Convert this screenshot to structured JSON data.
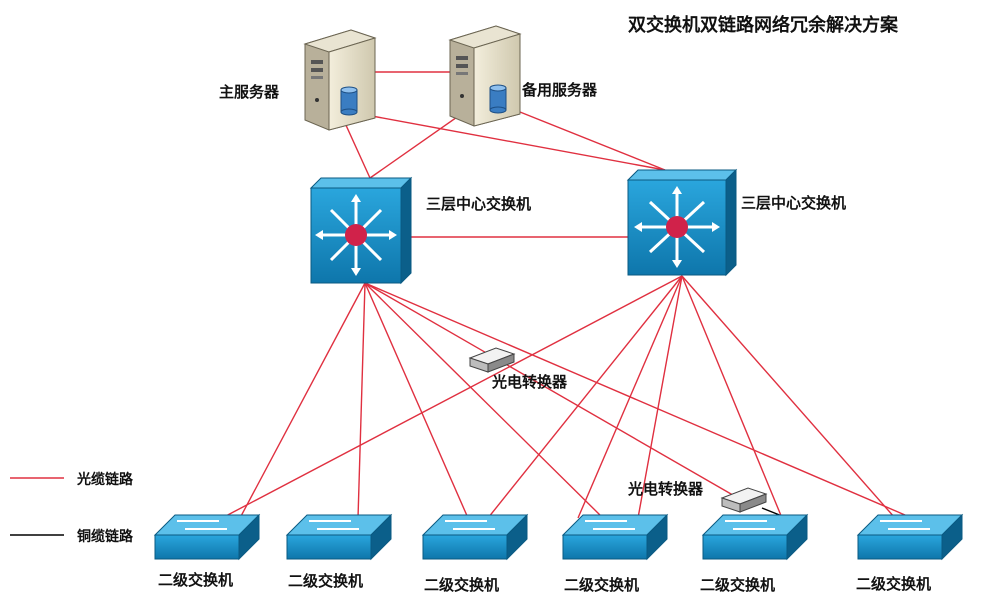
{
  "title": "双交换机双链路网络冗余解决方案",
  "servers": {
    "main_label": "主服务器",
    "backup_label": "备用服务器"
  },
  "core_switches": {
    "left_label": "三层中心交换机",
    "right_label": "三层中心交换机"
  },
  "converters": {
    "upper_label": "光电转换器",
    "lower_label": "光电转换器"
  },
  "access_switches": [
    {
      "label": "二级交换机"
    },
    {
      "label": "二级交换机"
    },
    {
      "label": "二级交换机"
    },
    {
      "label": "二级交换机"
    },
    {
      "label": "二级交换机"
    },
    {
      "label": "二级交换机"
    }
  ],
  "legend": {
    "fiber_label": "光缆链路",
    "copper_label": "铜缆链路",
    "fiber_color": "#e03040",
    "copper_color": "#000000"
  },
  "colors": {
    "switch_blue": "#1a8cc4",
    "switch_dark": "#0b5f8a",
    "hub_red": "#d0224a"
  }
}
